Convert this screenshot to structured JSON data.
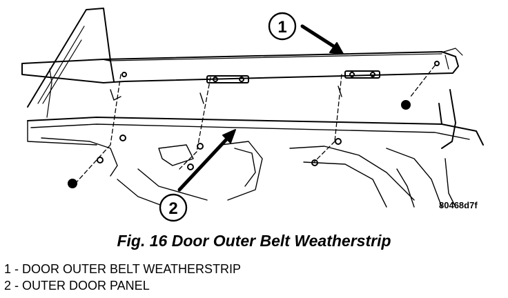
{
  "figure": {
    "caption": "Fig. 16 Door Outer Belt Weatherstrip",
    "reference_code": "80468d7f",
    "callouts": [
      {
        "number": "1",
        "label": "1 - DOOR OUTER BELT WEATHERSTRIP"
      },
      {
        "number": "2",
        "label": "2 - OUTER DOOR PANEL"
      }
    ]
  }
}
